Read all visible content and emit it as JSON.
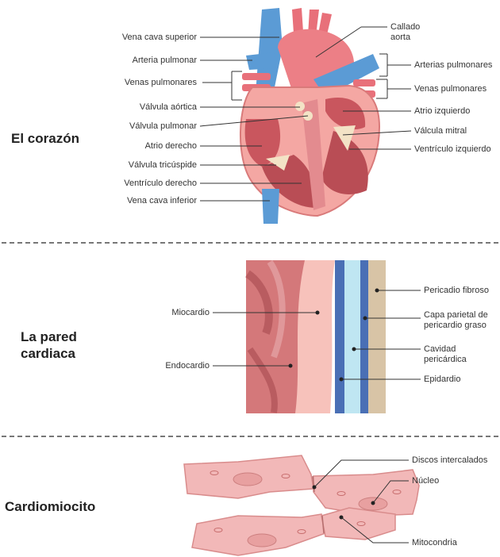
{
  "sections": {
    "heart": {
      "title": "El corazón",
      "labels": {
        "vena_cava_superior": "Vena cava superior",
        "arteria_pulmonar": "Arteria pulmonar",
        "venas_pulmonares_left": "Venas pulmonares",
        "valvula_aortica": "Válvula aórtica",
        "valvula_pulmonar": "Válvula pulmonar",
        "atrio_derecho": "Atrio derecho",
        "valvula_tricuspide": "Válvula tricúspide",
        "ventriculo_derecho": "Ventrículo derecho",
        "vena_cava_inferior": "Vena cava inferior",
        "callado_aorta_1": "Callado",
        "callado_aorta_2": "aorta",
        "arterias_pulmonares": "Arterias pulmonares",
        "venas_pulmonares_right": "Venas pulmonares",
        "atrio_izquierdo": "Atrio izquierdo",
        "valvula_mitral": "Válcula mitral",
        "ventriculo_izquierdo": "Ventrículo izquierdo"
      }
    },
    "wall": {
      "title_1": "La pared",
      "title_2": "cardiaca",
      "labels": {
        "miocardio": "Miocardio",
        "endocardio": "Endocardio",
        "pericadio_fibroso": "Pericadio fibroso",
        "capa_parietal_1": "Capa parietal de",
        "capa_parietal_2": "pericardio graso",
        "cavidad_1": "Cavidad",
        "cavidad_2": "pericárdica",
        "epidardio": "Epidardio"
      }
    },
    "cardiomyocyte": {
      "title": "Cardiomiocito",
      "labels": {
        "discos_intercalados": "Discos intercalados",
        "nucleo": "Núcleo",
        "mitocondria": "Mitocondria"
      }
    }
  },
  "colors": {
    "vein_blue": "#5b9bd5",
    "artery_red": "#e8707a",
    "heart_pink": "#f4a7a3",
    "muscle_dark": "#c9565e",
    "valve_cream": "#f3e3c6",
    "cell_pink": "#f2b8b8",
    "fibrous_tan": "#d8c4a6",
    "parietal_blue": "#4a6fb5",
    "cavity_light": "#bfe6f2"
  }
}
